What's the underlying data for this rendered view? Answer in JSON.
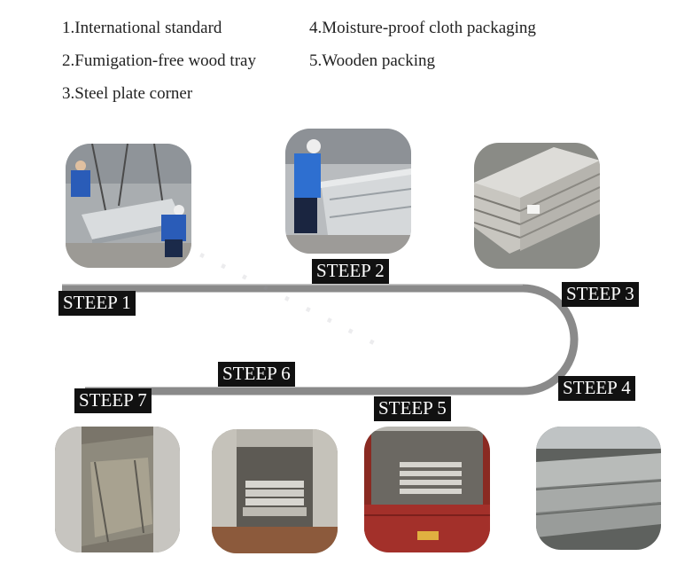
{
  "notes": {
    "item1": "1.International standard",
    "item2": "2.Fumigation-free wood tray",
    "item3": "3.Steel plate corner",
    "item4": "4.Moisture-proof cloth packaging",
    "item5": "5.Wooden packing"
  },
  "steps": {
    "s1": "STEEP 1",
    "s2": "STEEP 2",
    "s3": "STEEP 3",
    "s4": "STEEP 4",
    "s5": "STEEP 5",
    "s6": "STEEP 6",
    "s7": "STEEP 7"
  },
  "colors": {
    "track": "#888888",
    "label_bg": "#111111",
    "label_text": "#ffffff"
  }
}
